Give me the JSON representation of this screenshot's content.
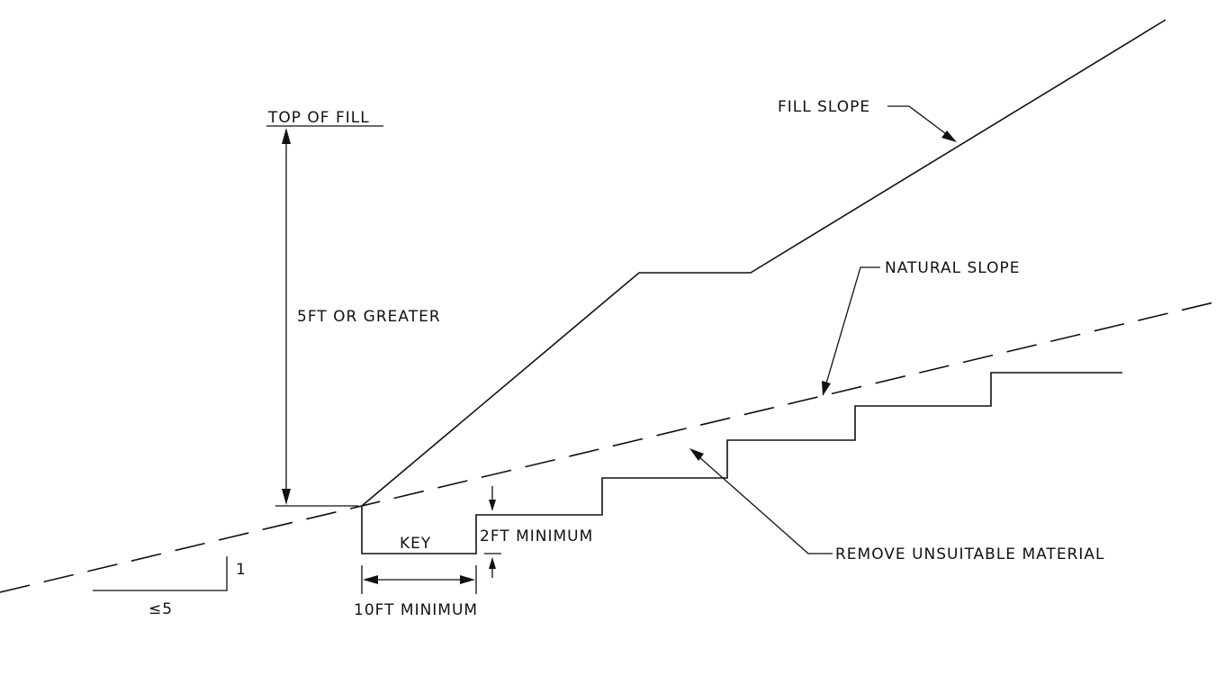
{
  "labels": {
    "top_of_fill": "TOP OF FILL",
    "fill_slope": "FILL SLOPE",
    "natural_slope": "NATURAL SLOPE",
    "five_ft": "5FT OR GREATER",
    "key": "KEY",
    "two_ft": "2FT MINIMUM",
    "ten_ft": "10FT MINIMUM",
    "remove": "REMOVE UNSUITABLE MATERIAL",
    "slope_rise": "1",
    "slope_run": "≤5"
  },
  "colors": {
    "line": "#111111",
    "background": "#ffffff"
  }
}
